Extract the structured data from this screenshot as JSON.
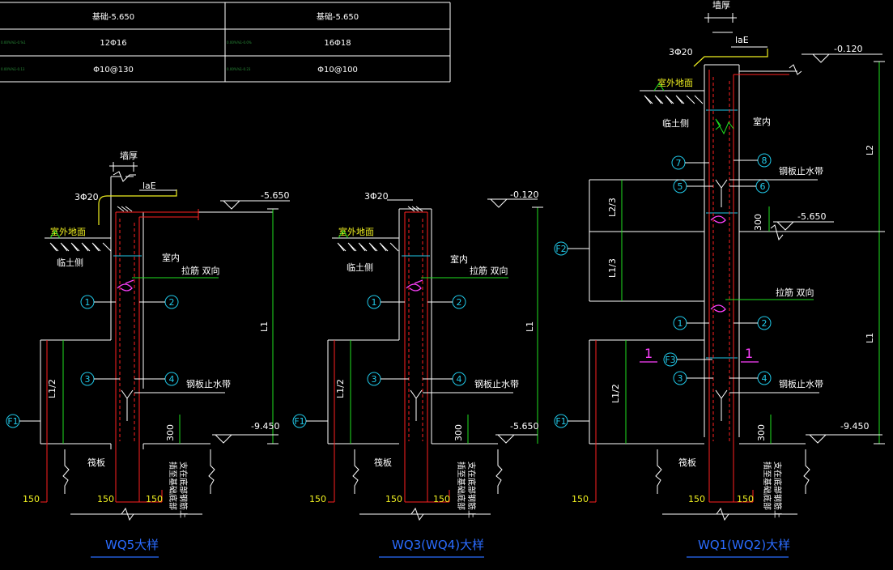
{
  "table": {
    "rows": [
      [
        "基础-5.650",
        "基础-5.650"
      ],
      [
        "12Φ16",
        "16Φ18"
      ],
      [
        "Φ10@130",
        "Φ10@100"
      ]
    ],
    "tiny_labels": [
      "0.00%%1-0.%1",
      "0.00%%1-0.0%",
      "0.00%%1-0.13",
      "0.00%%1-0.23"
    ]
  },
  "details": {
    "wq5": {
      "title": "WQ5大样",
      "wall_thickness": "墙厚",
      "top_bars": "3Φ20",
      "lae": "laE",
      "elev_top": "-5.650",
      "elev_bottom": "-9.450",
      "outside_ground": "室外地面",
      "soil_side": "临土侧",
      "indoor": "室内",
      "tie_bars": "拉筋 双向",
      "waterstop": "钢板止水带",
      "dim_l1": "L1",
      "dim_l1_half": "L1/2",
      "dim_300": "300",
      "raft": "筏板",
      "anchor_note": "插至基础底部",
      "anchor_note2": "支在底部钢筋上",
      "dim_150": [
        "150",
        "150",
        "150"
      ],
      "markers": [
        "1",
        "2",
        "3",
        "4",
        "F1"
      ]
    },
    "wq3": {
      "title": "WQ3(WQ4)大样",
      "top_bars": "3Φ20",
      "elev_top": "-0.120",
      "elev_bottom": "-5.650",
      "outside_ground": "室外地面",
      "soil_side": "临土侧",
      "indoor": "室内",
      "tie_bars": "拉筋 双向",
      "waterstop": "钢板止水带",
      "dim_l1": "L1",
      "dim_l1_half": "L1/2",
      "dim_300": "300",
      "raft": "筏板",
      "anchor_note": "插至基础底部",
      "anchor_note2": "支在底部钢筋上",
      "dim_150": [
        "150",
        "150",
        "150"
      ],
      "markers": [
        "1",
        "2",
        "3",
        "4",
        "F1"
      ]
    },
    "wq1": {
      "title": "WQ1(WQ2)大样",
      "wall_thickness": "墙厚",
      "top_bars": "3Φ20",
      "lae": "laE",
      "elev_top": "-0.120",
      "elev_mid": "-5.650",
      "elev_bottom": "-9.450",
      "outside_ground": "室外地面",
      "soil_side": "临土侧",
      "indoor": "室内",
      "tie_bars": "拉筋 双向",
      "waterstop_upper": "钢板止水带",
      "waterstop_lower": "钢板止水带",
      "dim_l2": "L2",
      "dim_l2_3": "L2/3",
      "dim_l1_3": "L1/3",
      "dim_300_upper": "300",
      "dim_l1": "L1",
      "dim_l1_half": "L1/2",
      "dim_300": "300",
      "raft": "筏板",
      "anchor_note": "插至基础底部",
      "anchor_note2": "支在底部钢筋上",
      "dim_150": [
        "150",
        "150",
        "150"
      ],
      "section_mark": "1",
      "markers": [
        "7",
        "8",
        "5",
        "6",
        "1",
        "2",
        "3",
        "4",
        "F1",
        "F2",
        "F3"
      ]
    }
  }
}
